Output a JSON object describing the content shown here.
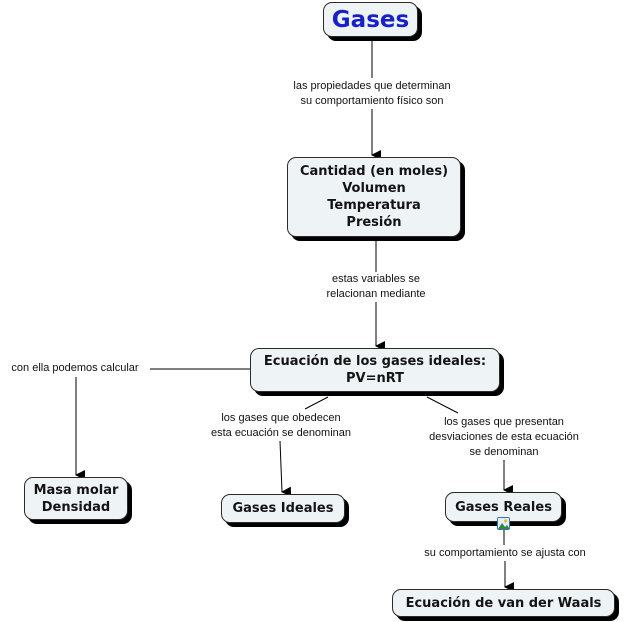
{
  "map": {
    "title": "Gases",
    "nodes": {
      "gases": {
        "lines": [
          "Gases"
        ]
      },
      "variables": {
        "lines": [
          "Cantidad (en moles)",
          "Volumen",
          "Temperatura",
          "Presión"
        ]
      },
      "ecuacion": {
        "lines": [
          "Ecuación de los gases ideales:",
          "PV=nRT"
        ]
      },
      "masa": {
        "lines": [
          "Masa molar",
          "Densidad"
        ]
      },
      "ideales": {
        "lines": [
          "Gases Ideales"
        ]
      },
      "reales": {
        "lines": [
          "Gases Reales"
        ]
      },
      "vanderwaals": {
        "lines": [
          "Ecuación de van der Waals"
        ]
      }
    },
    "links": {
      "propiedades": {
        "lines": [
          "las propiedades que determinan",
          "su comportamiento físico son"
        ]
      },
      "relacionan": {
        "lines": [
          "estas variables se",
          "relacionan mediante"
        ]
      },
      "calcular": {
        "lines": [
          "con ella podemos calcular"
        ]
      },
      "obedecen": {
        "lines": [
          "los gases que obedecen",
          "esta ecuación se denominan"
        ]
      },
      "desviaciones": {
        "lines": [
          "los gases que presentan",
          "desviaciones de esta ecuación",
          "se denominan"
        ]
      },
      "ajusta": {
        "lines": [
          "su comportamiento se ajusta con"
        ]
      }
    },
    "icons": {
      "reales_resource": "image-resource-icon"
    },
    "colors": {
      "title_text": "#1820c8",
      "node_fill": "#eef3f6",
      "node_shadow": "#000000",
      "line": "#000000"
    }
  }
}
